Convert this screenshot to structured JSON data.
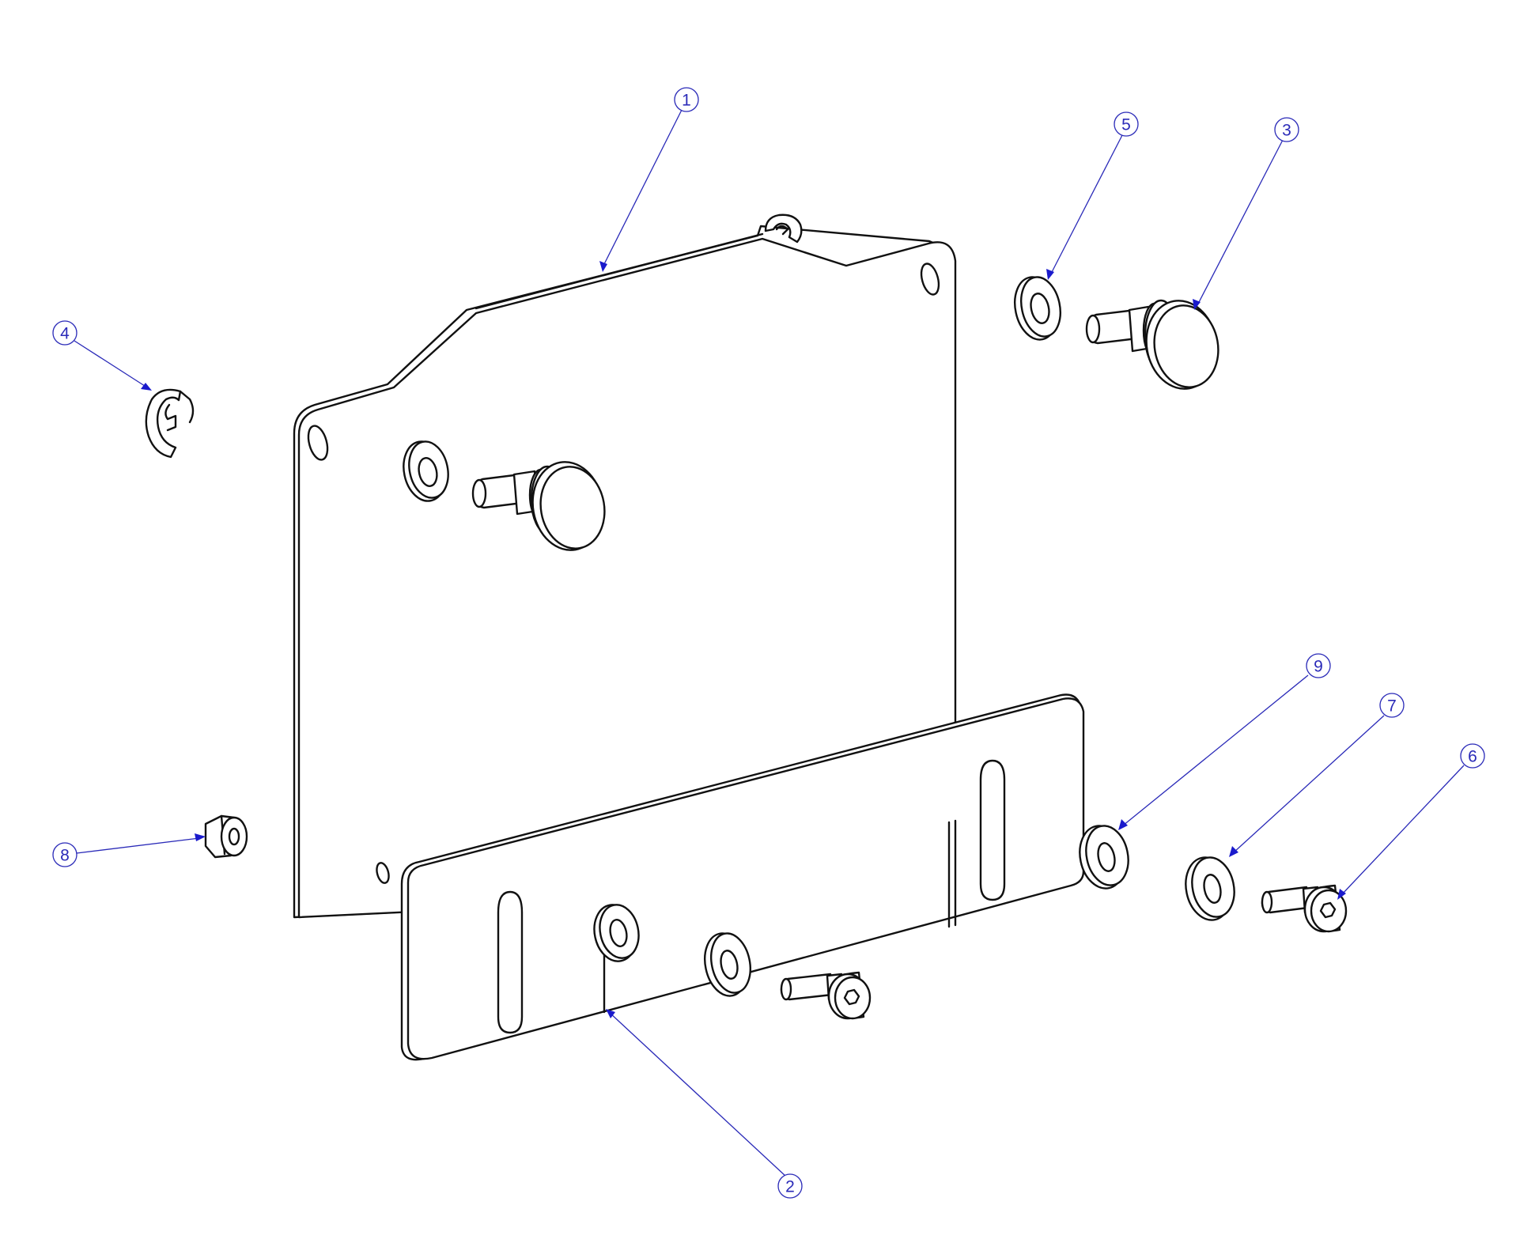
{
  "colors": {
    "line": "#111111",
    "leader": "#2a2ab8",
    "arrowhead": "#1a1acc",
    "background": "#ffffff"
  },
  "balloons": [
    {
      "id": "1",
      "label": "1"
    },
    {
      "id": "2",
      "label": "2"
    },
    {
      "id": "3",
      "label": "3"
    },
    {
      "id": "4",
      "label": "4"
    },
    {
      "id": "5",
      "label": "5"
    },
    {
      "id": "6",
      "label": "6"
    },
    {
      "id": "7",
      "label": "7"
    },
    {
      "id": "8",
      "label": "8"
    },
    {
      "id": "9",
      "label": "9"
    }
  ]
}
